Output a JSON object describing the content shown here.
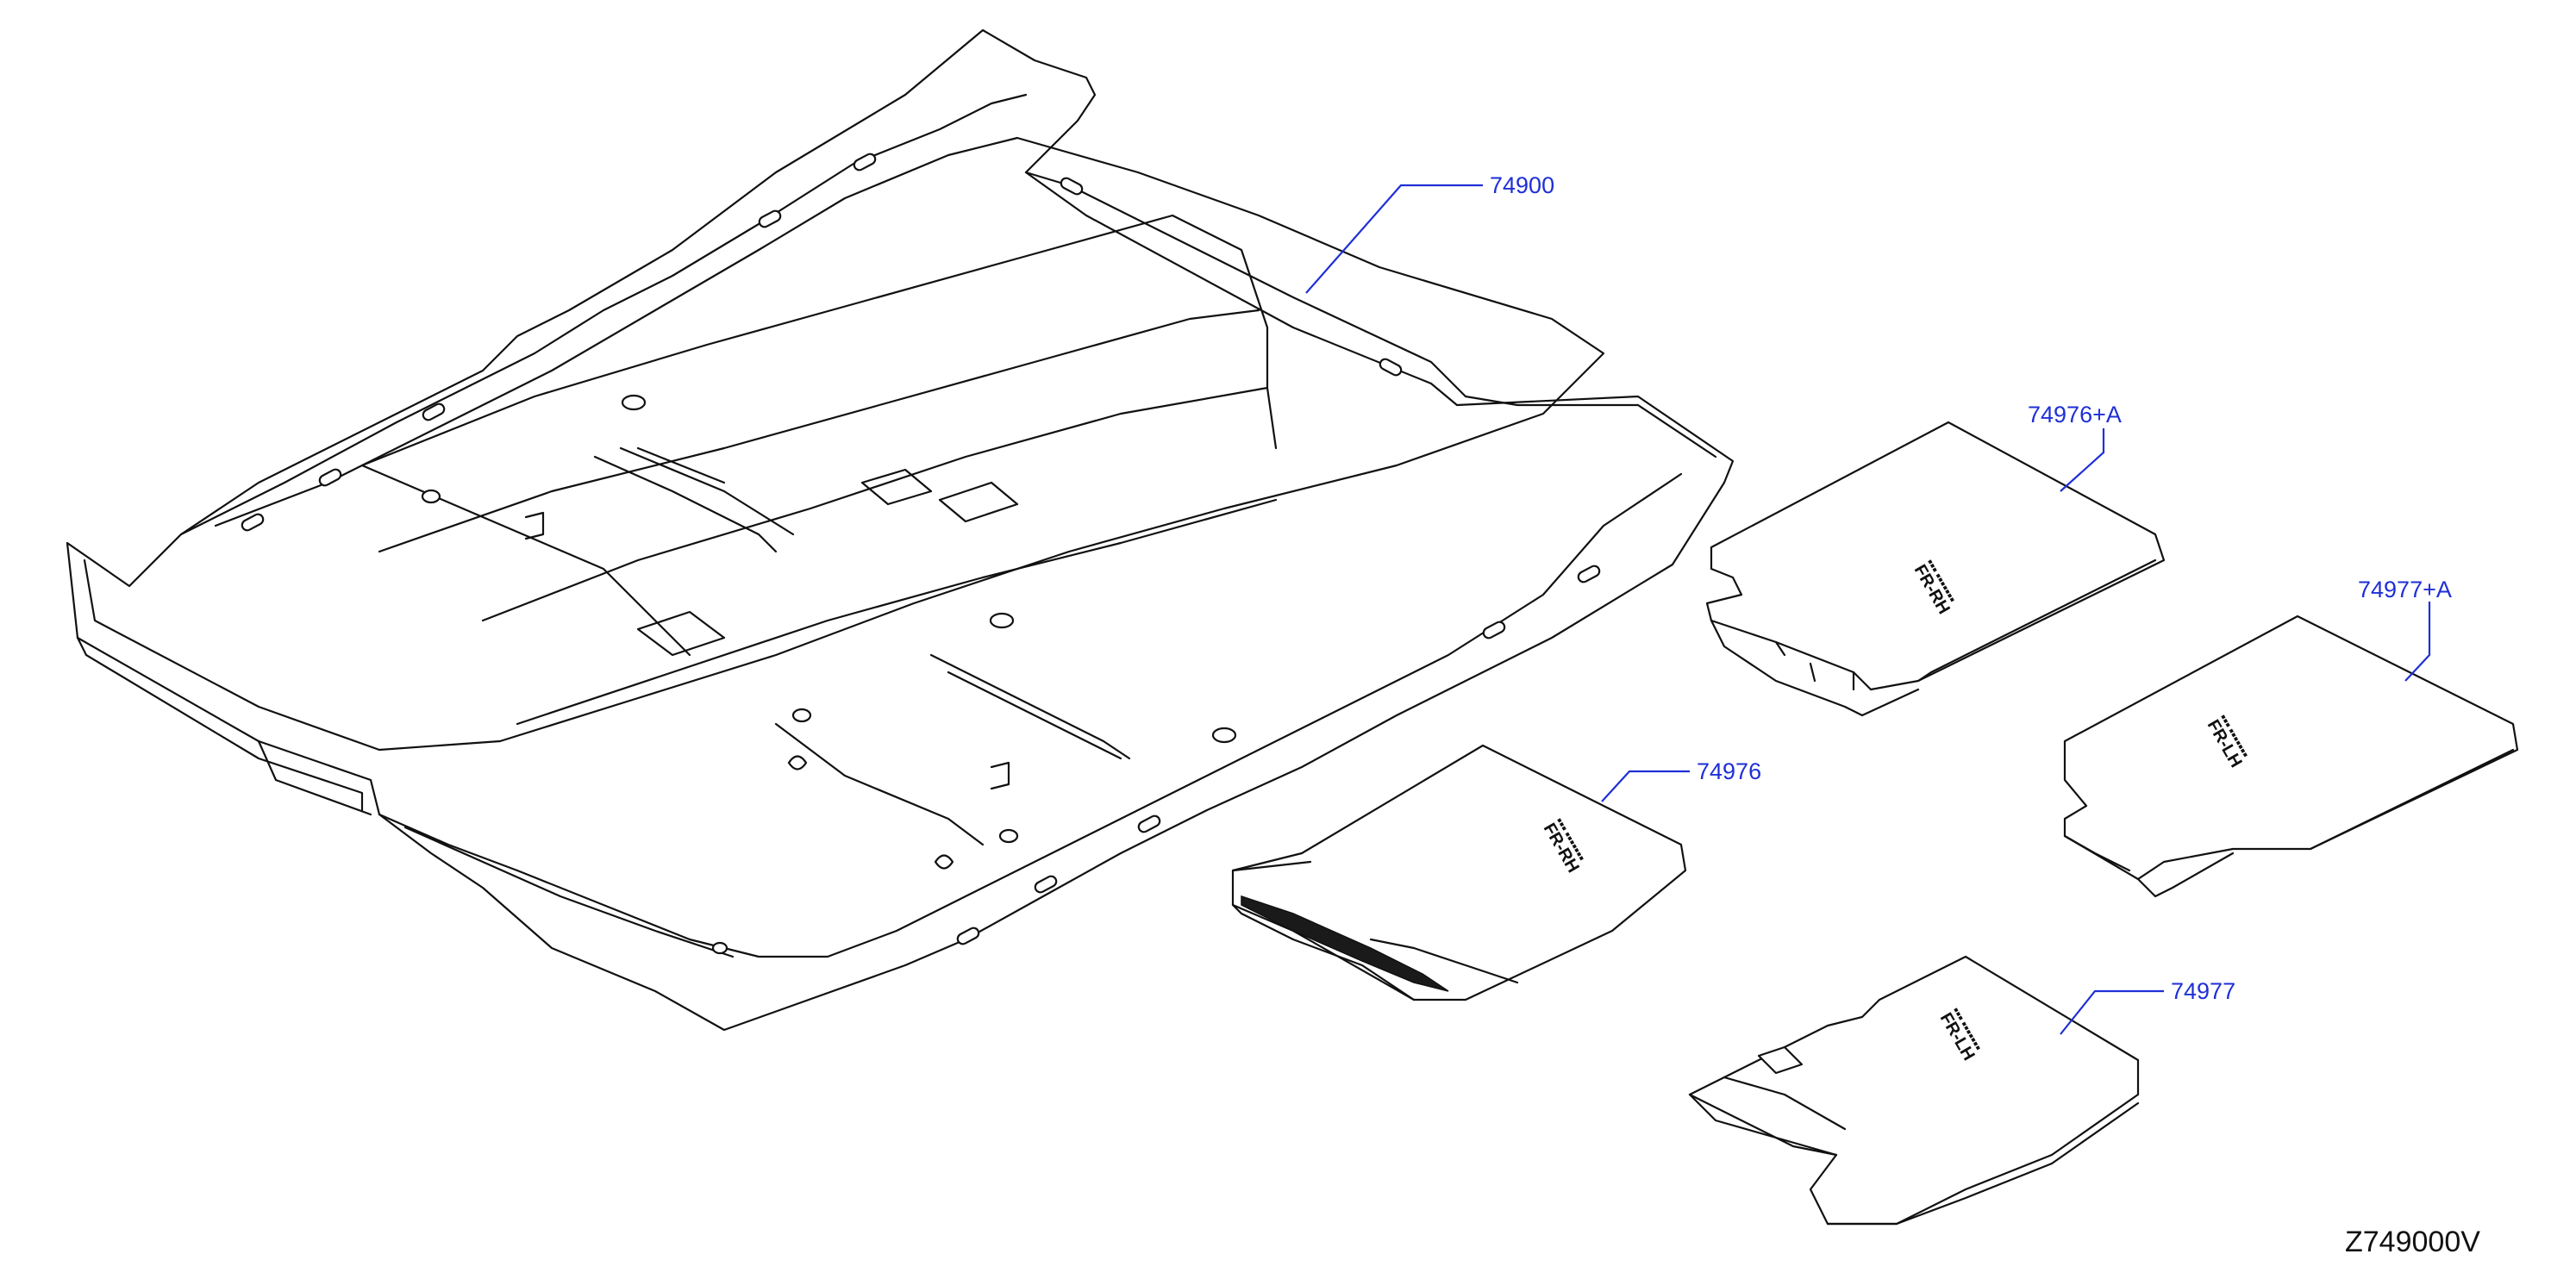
{
  "diagram": {
    "callouts": {
      "floor_carpet": "74900",
      "mat_fr_rh_a": "74976+A",
      "mat_fr_lh_a": "74977+A",
      "mat_fr_rh": "74976",
      "mat_fr_lh": "74977"
    },
    "mat_marks": {
      "fr_rh": "FR-RH",
      "fr_lh": "FR-LH"
    },
    "diagram_id": "Z749000V"
  }
}
